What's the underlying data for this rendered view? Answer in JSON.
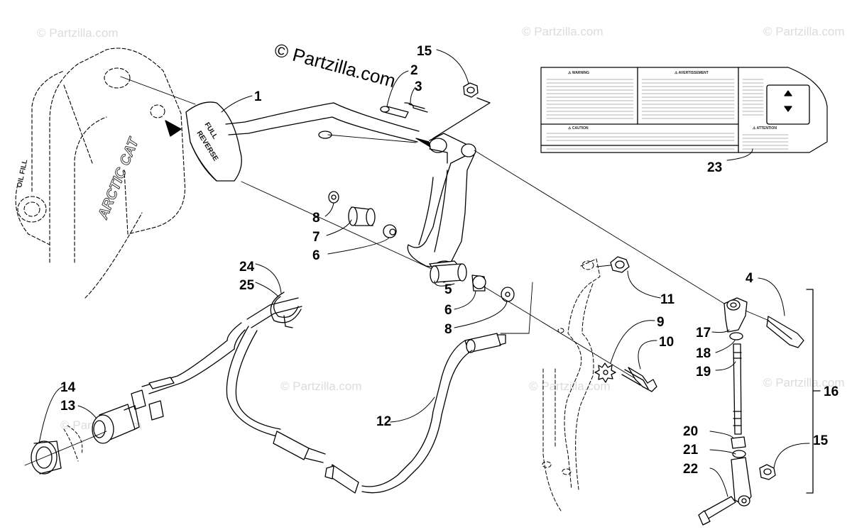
{
  "copyright": "© Partzilla.com",
  "watermark": "© Partzilla.com",
  "casting": {
    "oil_fill": "OIL FILL",
    "brand": "ARCTIC CAT"
  },
  "handle": {
    "line1": "FULL",
    "line2": "REVERSE"
  },
  "decal": {
    "warning": "⚠ WARNING",
    "avertissement": "⚠ AVERTISSEMENT",
    "caution": "⚠ CAUTION",
    "attention": "⚠ ATTENTION"
  },
  "callouts": [
    "1",
    "2",
    "3",
    "15",
    "23",
    "8",
    "7",
    "6",
    "24",
    "25",
    "5",
    "6",
    "8",
    "11",
    "9",
    "10",
    "4",
    "17",
    "18",
    "19",
    "16",
    "14",
    "13",
    "12",
    "20",
    "21",
    "15",
    "22"
  ],
  "colors": {
    "line": "#000000",
    "watermark": "#dcdcdc",
    "background": "#ffffff"
  }
}
